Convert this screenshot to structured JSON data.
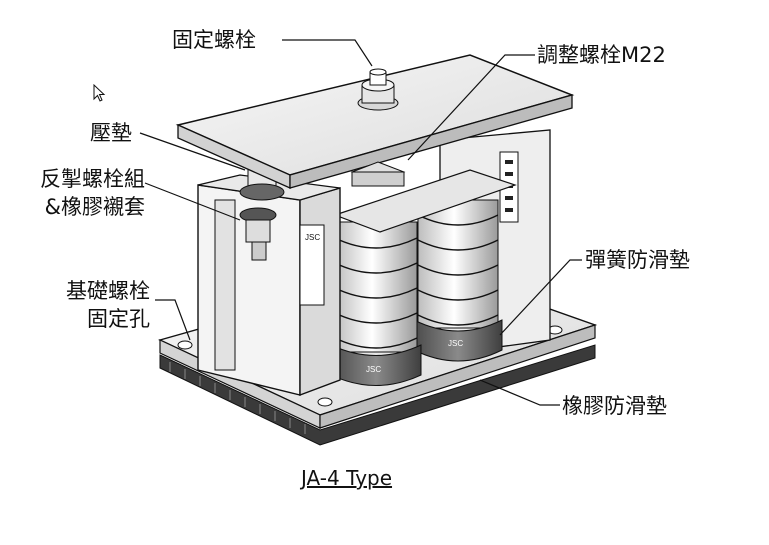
{
  "labels": {
    "fixing_bolt": "固定螺栓",
    "adjust_bolt": "調整螺栓M22",
    "washer": "壓墊",
    "rebound_bolt_line1": "反掣螺栓組",
    "rebound_bolt_line2": "&橡膠襯套",
    "foundation_line1": "基礎螺栓",
    "foundation_line2": "固定孔",
    "spring_pad": "彈簧防滑墊",
    "rubber_pad": "橡膠防滑墊"
  },
  "title": "JA-4 Type",
  "brand_marks": [
    "JSC",
    "JSC",
    "JSC"
  ],
  "colors": {
    "line": "#111111",
    "plate": "#f2f2f2",
    "shade": "#cfcfcf",
    "dark": "#555555"
  }
}
